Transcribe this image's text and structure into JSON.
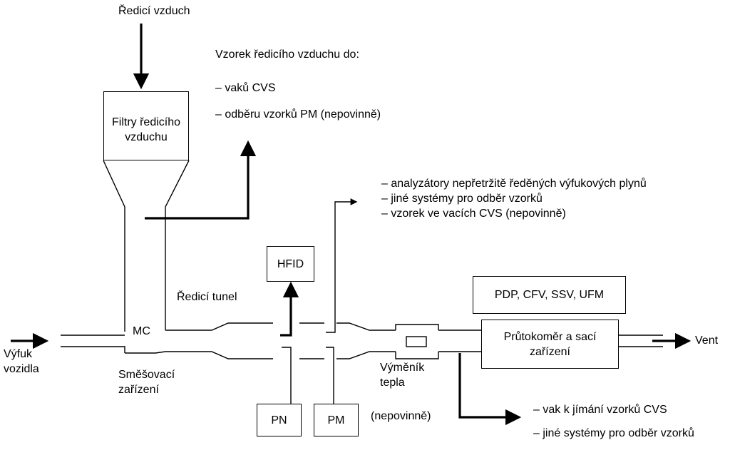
{
  "labels": {
    "dilution_air": "Ředicí vzduch",
    "sample_title": "Vzorek ředicího vzduchu do:",
    "sample_item_1": "– vaků CVS",
    "sample_item_2": "– odběru vzorků PM (nepovinně)",
    "upper_item_1": "– analyzátory nepřetržitě ředěných výfukových plynů",
    "upper_item_2": "– jiné systémy pro odběr vzorků",
    "upper_item_3": "– vzorek ve vacích CVS (nepovinně)",
    "tunnel": "Ředicí tunel",
    "mc": "MC",
    "exhaust_line1": "Výfuk",
    "exhaust_line2": "vozidla",
    "mixer_line1": "Směšovací",
    "mixer_line2": "zařízení",
    "hx_line1": "Výměník",
    "hx_line2": "tepla",
    "optional": "(nepovinně)",
    "vent": "Vent",
    "lower_item_1": "– vak k jímání vzorků CVS",
    "lower_item_2": "– jiné systémy pro odběr vzorků"
  },
  "boxes": {
    "filter": "Filtry ředicího vzduchu",
    "hfid": "HFID",
    "pdp": "PDP, CFV, SSV, UFM",
    "flowmeter": "Průtokoměr a sací zařízení",
    "pn": "PN",
    "pm": "PM"
  }
}
